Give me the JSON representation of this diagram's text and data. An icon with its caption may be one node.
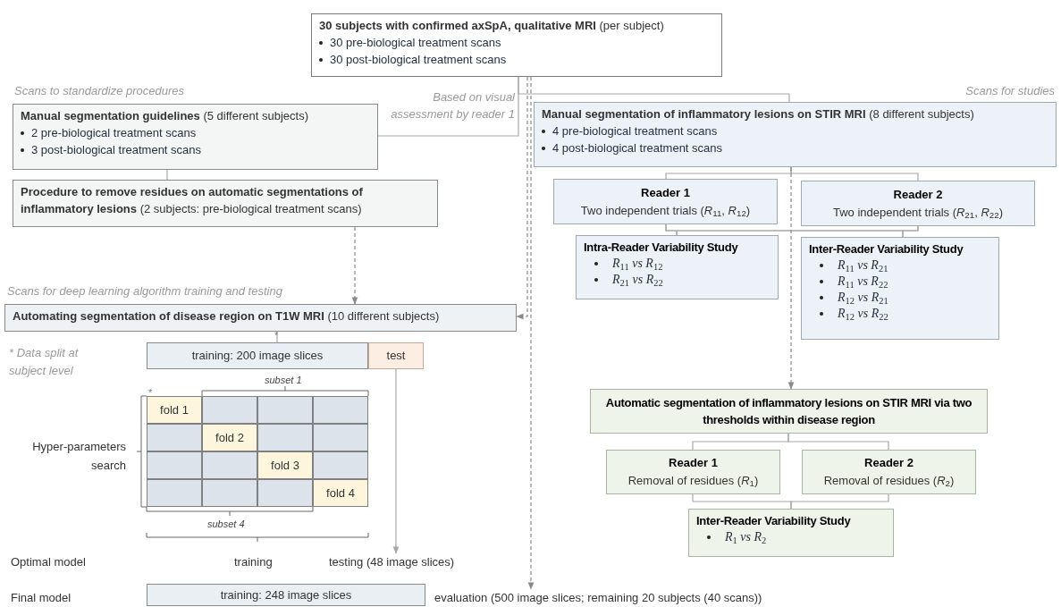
{
  "diagram": {
    "nodes": [
      {
        "text": [
          "**30 subjects with confirmed axSpA, qualitative MRI** (per subject)",
          "30 pre-biological treatment scans",
          "30 post-biological treatment scans"
        ]
      },
      {
        "text": [
          "**Manual segmentation guidelines** (5 different subjects)",
          "2 pre-biological treatment scans",
          "3 post-biological treatment scans"
        ]
      },
      {
        "text": [
          "**Procedure to remove residues on automatic segmentations of inflammatory lesions** (2 subjects: pre-biological treatment scans)"
        ]
      },
      {
        "text": [
          "**Automating segmentation of disease region on T1W MRI** (10 different subjects)"
        ]
      },
      {
        "text": [
          "**Manual segmentation of inflammatory lesions on STIR MRI** (8 different subjects)",
          "4 pre-biological treatment scans",
          "4 post-biological treatment scans"
        ]
      },
      {
        "text": [
          "Reader 1",
          "Two independent trials (*R*$_{11}$, *R*$_{12}$)"
        ]
      },
      {
        "text": [
          "Reader 2",
          "Two independent trials (*R*$_{21}$, *R*$_{22}$)"
        ]
      },
      {
        "text": [
          "Intra-Reader Variability Study",
          "*R*$_{11}$ *vs R*$_{12}$",
          "*R*$_{21}$ *vs R*$_{22}$"
        ]
      },
      {
        "text": [
          "Inter-Reader Variability Study",
          "*R*$_{11}$ *vs R*$_{21}$",
          "*R*$_{11}$ *vs R*$_{22}$",
          "*R*$_{12}$ *vs R*$_{21}$",
          "*R*$_{12}$ *vs R*$_{22}$"
        ]
      },
      {
        "text": [
          "Automatic segmentation of inflammatory lesions on STIR MRI via two thresholds within disease region"
        ]
      },
      {
        "text": [
          "Reader 1",
          "Removal of residues (*R*$_{1}$)"
        ]
      },
      {
        "text": [
          "Reader 2",
          "Removal of residues (*R*$_{2}$)"
        ]
      },
      {
        "text": [
          "Inter-Reader Variability Study",
          "*R*$_{1}$ *vs R*$_{2}$"
        ]
      },
      {
        "text": [
          "training: 200 image slices"
        ]
      },
      {
        "text": [
          "test"
        ]
      },
      {
        "text": [
          "fold 1"
        ]
      },
      {
        "text": [],
        "shape": "box"
      },
      {
        "text": [],
        "shape": "box"
      },
      {
        "text": [],
        "shape": "box"
      },
      {
        "text": [],
        "shape": "box"
      },
      {
        "text": [
          "fold 2"
        ]
      },
      {
        "text": [],
        "shape": "box"
      },
      {
        "text": [],
        "shape": "box"
      },
      {
        "text": [],
        "shape": "box"
      },
      {
        "text": [],
        "shape": "box"
      },
      {
        "text": [
          "fold 3"
        ]
      },
      {
        "text": [],
        "shape": "box"
      },
      {
        "text": [],
        "shape": "box"
      },
      {
        "text": [],
        "shape": "box"
      },
      {
        "text": [],
        "shape": "box"
      },
      {
        "text": [
          "fold 4"
        ]
      },
      {
        "text": [
          "testing (48 image slices)"
        ]
      },
      {
        "text": [
          "training: 248 image slices"
        ]
      },
      {
        "text": [
          "evaluation (500 image slices; remaining 20 subjects (40 scans))"
        ]
      }
    ],
    "edges": [
      {
        "from": 0,
        "to": 1,
        "arrow": "none",
        "label": "Based on visual assessment by reader 1"
      },
      {
        "from": 0,
        "to": 4,
        "arrow": "none"
      },
      {
        "from": 1,
        "to": 2,
        "arrow": "none"
      },
      {
        "from": 2,
        "to": 3,
        "arrow": "to",
        "style": "dashed"
      },
      {
        "from": 0,
        "to": 3,
        "arrow": "to",
        "style": "dashed"
      },
      {
        "from": 0,
        "to": 33,
        "arrow": "to",
        "style": "dashed"
      },
      {
        "from": 4,
        "to": 5,
        "arrow": "none"
      },
      {
        "from": 4,
        "to": 6,
        "arrow": "none"
      },
      {
        "from": 5,
        "to": 7,
        "arrow": "none"
      },
      {
        "from": 5,
        "to": 8,
        "arrow": "none"
      },
      {
        "from": 6,
        "to": 7,
        "arrow": "none"
      },
      {
        "from": 6,
        "to": 8,
        "arrow": "none"
      },
      {
        "from": 4,
        "to": 9,
        "arrow": "to",
        "style": "dashed"
      },
      {
        "from": 9,
        "to": 10,
        "arrow": "none"
      },
      {
        "from": 9,
        "to": 11,
        "arrow": "none"
      },
      {
        "from": 10,
        "to": 12,
        "arrow": "none"
      },
      {
        "from": 11,
        "to": 12,
        "arrow": "none"
      },
      {
        "from": 3,
        "to": 13,
        "arrow": "none"
      },
      {
        "from": 14,
        "to": 31,
        "arrow": "to"
      }
    ],
    "labels": [
      "Scans to standardize procedures",
      "Scans for studies",
      "Scans for deep learning algorithm training and testing",
      "* Data split at subject level",
      "*",
      "subset 1",
      "*",
      "Hyper-parameters search",
      "subset 4",
      "Optimal model",
      "training",
      "Final model"
    ]
  }
}
